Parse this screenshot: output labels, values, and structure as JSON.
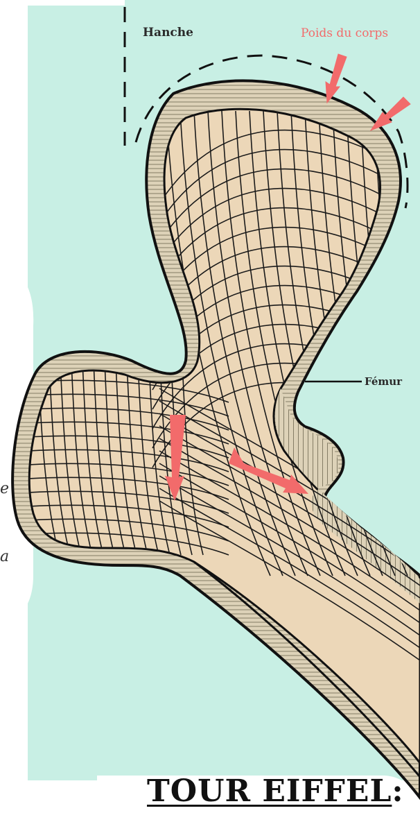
{
  "colors": {
    "background_mint": "#c8efe4",
    "bone_fill": "#ecd7b8",
    "cortex_fill": "#ddd2b8",
    "outline": "#1a1a1a",
    "arrow_red": "#f26b6b",
    "label_dark": "#2a2a2a",
    "label_red": "#f26b6b"
  },
  "labels": {
    "hip": "Hanche",
    "body_weight": "Poids du corps",
    "femur": "Fémur"
  },
  "side_fragments": [
    "e",
    "a"
  ],
  "bottom_title": {
    "text": "TOUR EIFFEL",
    "suffix": ":"
  }
}
